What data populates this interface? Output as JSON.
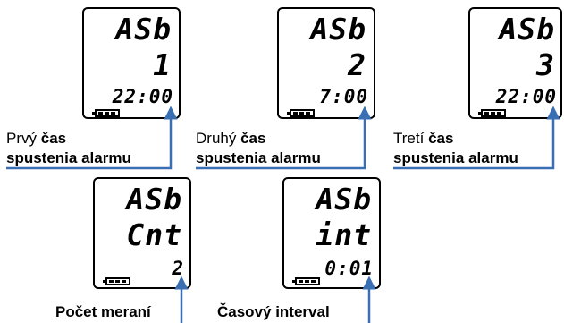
{
  "displays": [
    {
      "top": "ASb",
      "mid": "1",
      "bottom": "22:00",
      "label_regular": "Prvý",
      "label_bold": "čas",
      "label_line2": "spustenia alarmu"
    },
    {
      "top": "ASb",
      "mid": "2",
      "bottom": "7:00",
      "label_regular": "Druhý",
      "label_bold": "čas",
      "label_line2": "spustenia alarmu"
    },
    {
      "top": "ASb",
      "mid": "3",
      "bottom": "22:00",
      "label_regular": "Tretí",
      "label_bold": "čas",
      "label_line2": "spustenia alarmu"
    },
    {
      "top": "ASb",
      "mid": "Cnt",
      "bottom": "2",
      "label_line2": "Počet meraní"
    },
    {
      "top": "ASb",
      "mid": "int",
      "bottom": "0:01",
      "label_line2": "Časový interval"
    }
  ],
  "colors": {
    "pointer": "#3a6fb3",
    "lcd_border": "#000000"
  },
  "icons": {
    "battery": "battery-icon"
  }
}
